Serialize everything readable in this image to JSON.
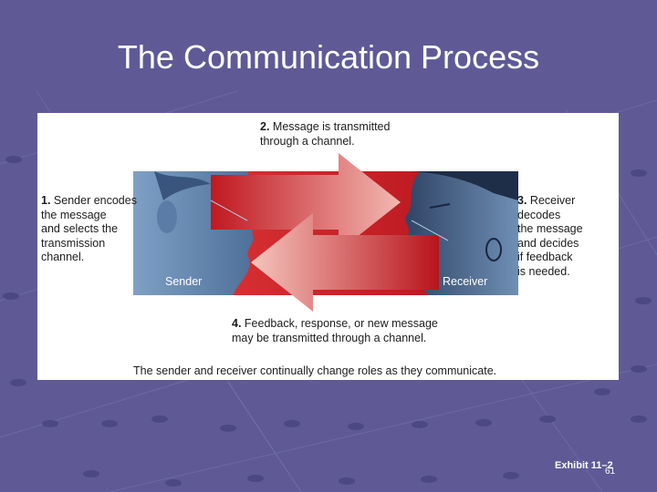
{
  "slide": {
    "title": "The Communication Process",
    "exhibit": "Exhibit 11–2",
    "page_number": "61"
  },
  "diagram": {
    "steps": [
      {
        "number": "1.",
        "text": "Sender encodes\nthe message\nand selects the\ntransmission\nchannel."
      },
      {
        "number": "2.",
        "text": "Message is transmitted\nthrough a channel."
      },
      {
        "number": "3.",
        "text": "Receiver decodes\nthe message\nand decides\nif feedback\nis needed."
      },
      {
        "number": "4.",
        "text": "Feedback, response, or new message\nmay be transmitted through a channel."
      }
    ],
    "sender_label": "Sender",
    "receiver_label": "Receiver",
    "caption": "The sender and receiver continually change roles as they communicate."
  },
  "colors": {
    "background": "#5f5a96",
    "arrow_red": "#d8262c",
    "face_blue": "#6f8fb4"
  }
}
